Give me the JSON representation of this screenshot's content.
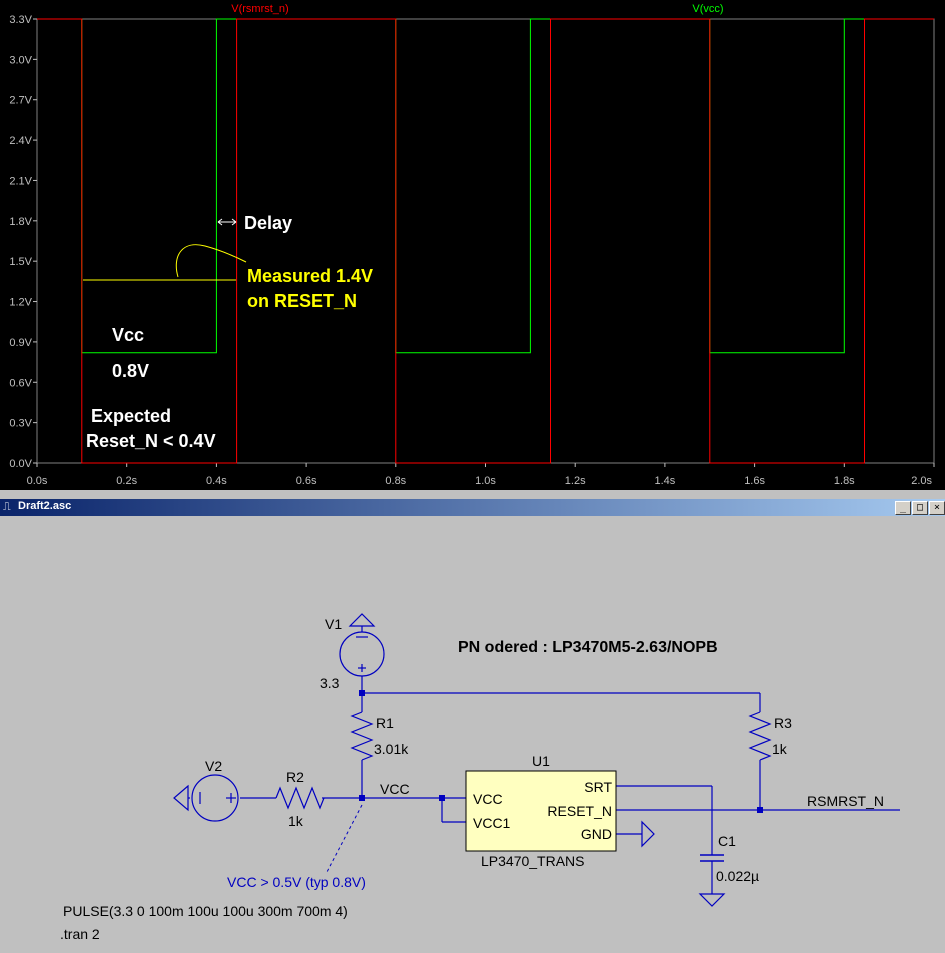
{
  "waveform": {
    "trace_labels": {
      "red": "V(rsmrst_n)",
      "green": "V(vcc)"
    },
    "colors": {
      "background": "#000000",
      "red_trace": "#ff0000",
      "green_trace": "#00ff00",
      "annotation_white": "#ffffff",
      "annotation_yellow": "#ffff00",
      "axis_text": "#c0c0c0"
    },
    "annotations": {
      "delay": "Delay",
      "measured_line1": "Measured 1.4V",
      "measured_line2": "on RESET_N",
      "vcc_label": "Vcc",
      "vcc_value": "0.8V",
      "expected_line1": "Expected",
      "expected_line2": "Reset_N < 0.4V"
    }
  },
  "chart_data": {
    "type": "line",
    "xlim": [
      0,
      2.0
    ],
    "ylim": [
      0,
      3.3
    ],
    "x_ticks": [
      "0.0s",
      "0.2s",
      "0.4s",
      "0.6s",
      "0.8s",
      "1.0s",
      "1.2s",
      "1.4s",
      "1.6s",
      "1.8s",
      "2.0s"
    ],
    "y_ticks": [
      "3.3V",
      "3.0V",
      "2.7V",
      "2.4V",
      "2.1V",
      "1.8V",
      "1.5V",
      "1.2V",
      "0.9V",
      "0.6V",
      "0.3V",
      "0.0V"
    ],
    "series": [
      {
        "name": "V(vcc)",
        "color": "#00ff00",
        "points": [
          [
            0,
            3.3
          ],
          [
            0.1,
            3.3
          ],
          [
            0.1,
            0.82
          ],
          [
            0.4,
            0.82
          ],
          [
            0.4,
            3.3
          ],
          [
            0.8,
            3.3
          ],
          [
            0.8,
            0.82
          ],
          [
            1.1,
            0.82
          ],
          [
            1.1,
            3.3
          ],
          [
            1.5,
            3.3
          ],
          [
            1.5,
            0.82
          ],
          [
            1.8,
            0.82
          ],
          [
            1.8,
            3.3
          ],
          [
            2.0,
            3.3
          ]
        ]
      },
      {
        "name": "V(rsmrst_n)",
        "color": "#ff0000",
        "points": [
          [
            0,
            3.3
          ],
          [
            0.1,
            3.3
          ],
          [
            0.1,
            0.0
          ],
          [
            0.445,
            0.0
          ],
          [
            0.445,
            3.3
          ],
          [
            0.8,
            3.3
          ],
          [
            0.8,
            0.0
          ],
          [
            1.145,
            0.0
          ],
          [
            1.145,
            3.3
          ],
          [
            1.5,
            3.3
          ],
          [
            1.5,
            0.0
          ],
          [
            1.845,
            0.0
          ],
          [
            1.845,
            3.3
          ],
          [
            2.0,
            3.3
          ]
        ]
      }
    ]
  },
  "window": {
    "title": "Draft2.asc",
    "minimize": "_",
    "restore": "□",
    "close": "×"
  },
  "schematic": {
    "v1_name": "V1",
    "v1_value": "3.3",
    "v2_name": "V2",
    "r1_name": "R1",
    "r1_value": "3.01k",
    "r2_name": "R2",
    "r2_value": "1k",
    "r3_name": "R3",
    "r3_value": "1k",
    "c1_name": "C1",
    "c1_value": "0.022µ",
    "net_vcc": "VCC",
    "net_rsmrst": "RSMRST_N",
    "u1_name": "U1",
    "u1_pin_vcc": "VCC",
    "u1_pin_vcc1": "VCC1",
    "u1_pin_srt": "SRT",
    "u1_pin_reset": "RESET_N",
    "u1_pin_gnd": "GND",
    "u1_part": "LP3470_TRANS",
    "pn_note": "PN odered : LP3470M5-2.63/NOPB",
    "vcc_note": "VCC > 0.5V (typ 0.8V)",
    "pulse_directive": "PULSE(3.3 0 100m 100u 100u 300m 700m 4)",
    "tran_directive": ".tran 2",
    "colors": {
      "wire": "#0000c0",
      "text": "#000000",
      "note_blue": "#0000c0",
      "component_fill": "#ffffc0"
    }
  }
}
